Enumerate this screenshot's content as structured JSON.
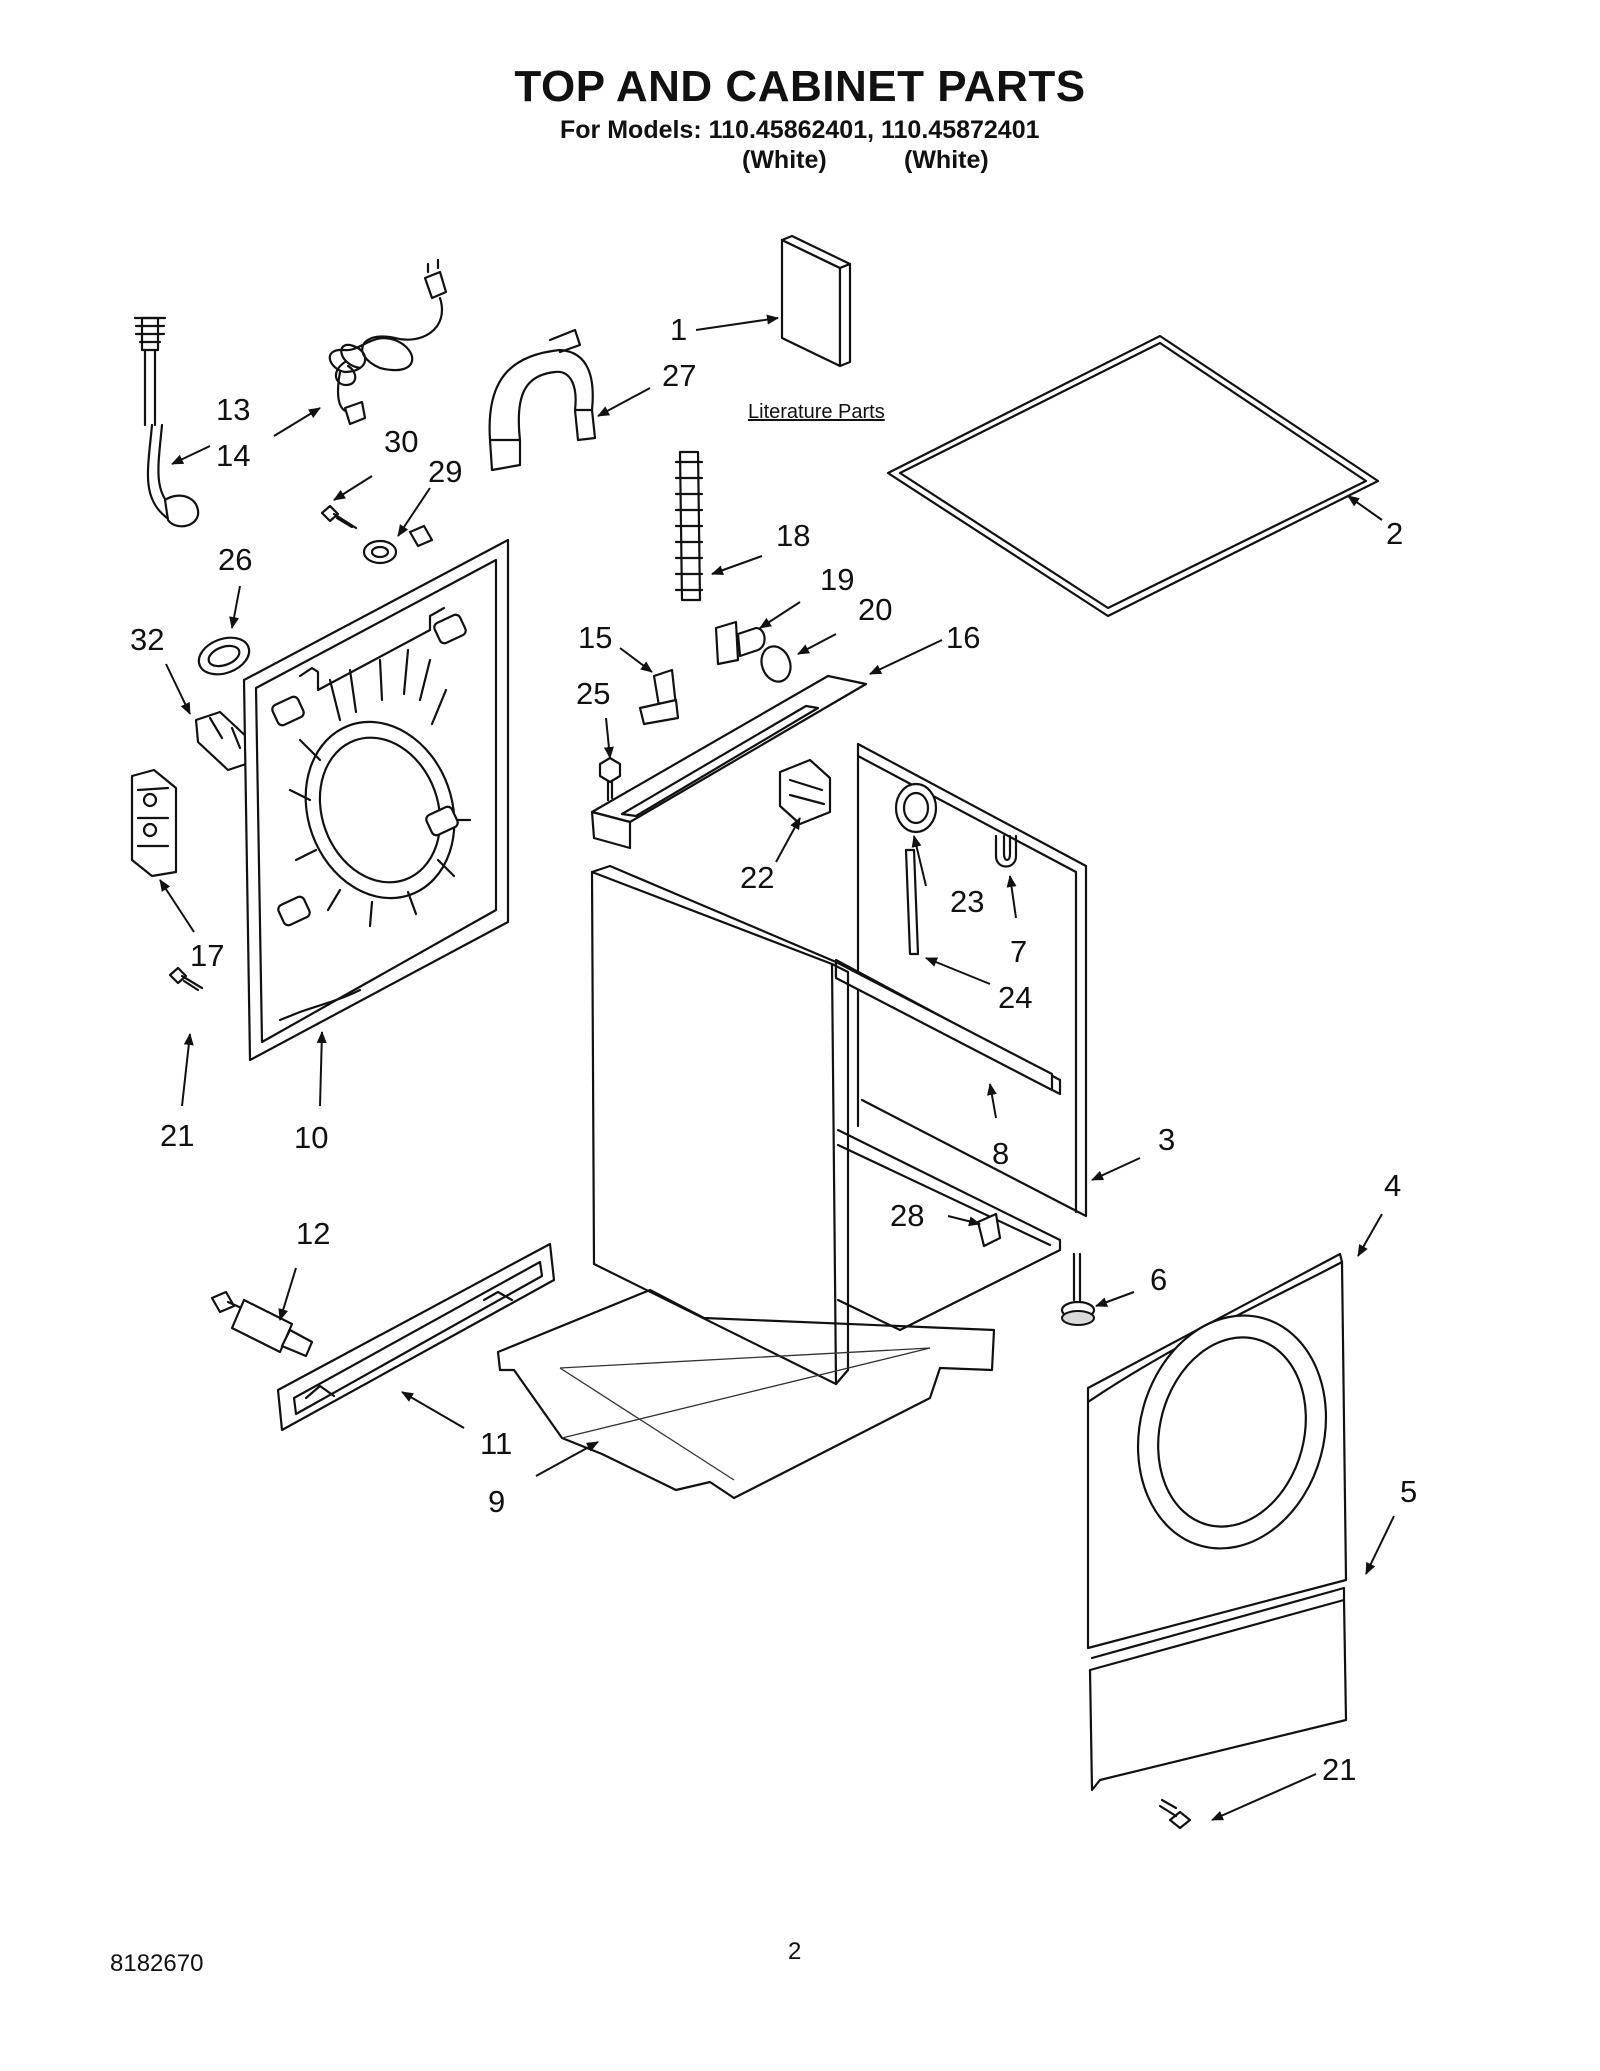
{
  "header": {
    "title": "TOP AND CABINET PARTS",
    "models_line": "For Models: 110.45862401, 110.45872401",
    "model1_color": "(White)",
    "model2_color": "(White)"
  },
  "literature_label": "Literature Parts",
  "callouts": [
    "1",
    "2",
    "3",
    "4",
    "5",
    "6",
    "7",
    "8",
    "9",
    "10",
    "11",
    "12",
    "13",
    "14",
    "15",
    "16",
    "17",
    "18",
    "19",
    "20",
    "21",
    "21",
    "22",
    "23",
    "24",
    "25",
    "26",
    "27",
    "28",
    "29",
    "30",
    "32"
  ],
  "footer": {
    "doc_number": "8182670",
    "page_number": "2"
  }
}
